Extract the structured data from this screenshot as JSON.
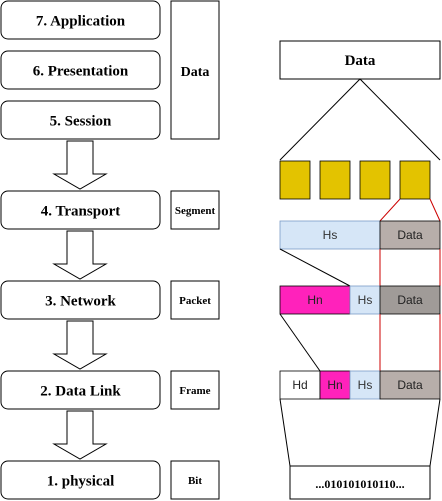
{
  "osi_layers": [
    {
      "label": "7. Application"
    },
    {
      "label": "6. Presentation"
    },
    {
      "label": "5. Session"
    },
    {
      "label": "4. Transport"
    },
    {
      "label": "3. Network"
    },
    {
      "label": "2. Data Link"
    },
    {
      "label": "1. physical"
    }
  ],
  "pdu_labels": {
    "data": "Data",
    "segment": "Segment",
    "packet": "Packet",
    "frame": "Frame",
    "bit": "Bit"
  },
  "encapsulation": {
    "data_label": "Data",
    "segment_header": "Hs",
    "segment_payload": "Data",
    "packet_header": "Hn",
    "packet_seg_header": "Hs",
    "packet_payload": "Data",
    "frame_header": "Hd",
    "frame_net_header": "Hn",
    "frame_seg_header": "Hs",
    "frame_payload": "Data",
    "bits": "...010101010110..."
  },
  "colors": {
    "chunk": "#e3c300",
    "header_hs": "#d6e6f7",
    "header_hn": "#ff22bb",
    "payload": "#b7aeaa",
    "payload_dark": "#a09b98",
    "highlight_line": "#cc0000"
  }
}
